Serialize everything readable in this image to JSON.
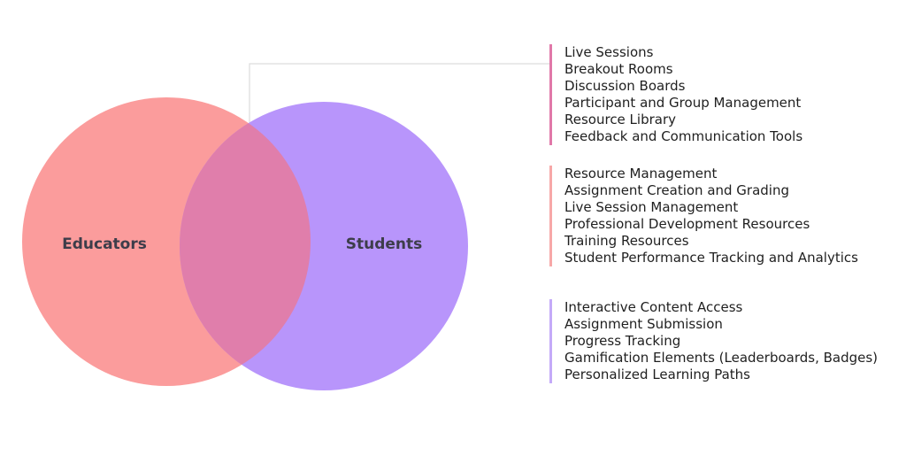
{
  "diagram": {
    "circles": [
      {
        "label": "Educators",
        "color": "#fb9c9c"
      },
      {
        "label": "Students",
        "color": "#b895fb"
      }
    ],
    "overlap_color": "#e07eab",
    "connector_color": "#dddddd"
  },
  "groups": {
    "shared": {
      "accent": "#e178a9",
      "items": [
        "Live Sessions",
        "Breakout Rooms",
        "Discussion Boards",
        "Participant and Group Management",
        "Resource Library",
        "Feedback and Communication Tools"
      ]
    },
    "educators": {
      "accent": "#f7a8a8",
      "items": [
        "Resource Management",
        "Assignment Creation and Grading",
        "Live Session Management",
        "Professional Development Resources",
        "Training Resources",
        "Student Performance Tracking and Analytics"
      ]
    },
    "students": {
      "accent": "#c4aaf8",
      "items": [
        "Interactive Content Access",
        "Assignment Submission",
        "Progress Tracking",
        "Gamification Elements (Leaderboards, Badges)",
        "Personalized Learning Paths"
      ]
    }
  }
}
